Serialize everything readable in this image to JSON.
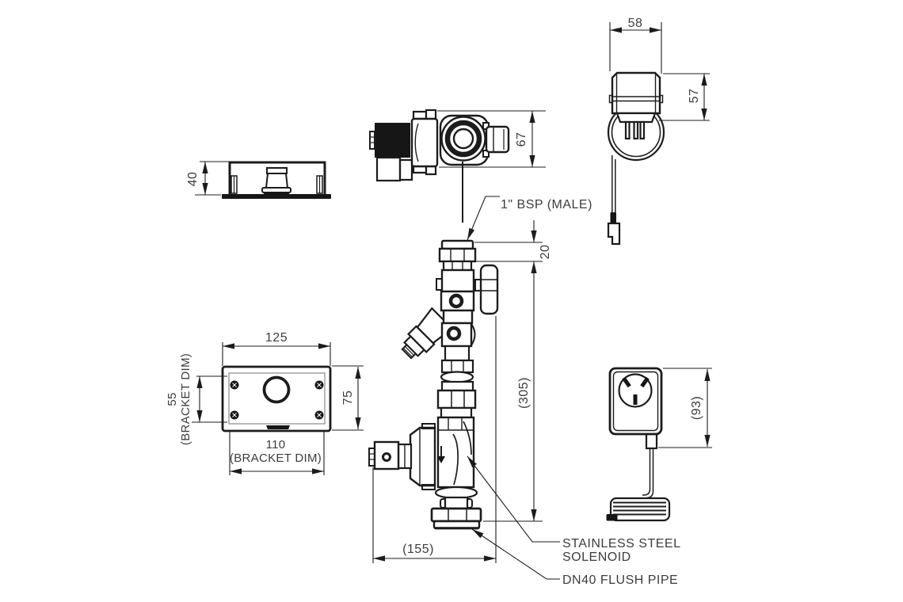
{
  "drawing": {
    "background_color": "#ffffff",
    "line_color": "#1c1c1c",
    "text_color": "#3d3d3d",
    "labels": {
      "bsp_male": "1\" BSP (MALE)",
      "solenoid_line1": "STAINLESS STEEL",
      "solenoid_line2": "SOLENOID",
      "flush_pipe": "DN40 FLUSH PIPE"
    },
    "dimensions": {
      "box_height": "40",
      "plate_width": "125",
      "plate_height": "75",
      "bracket_height": "55",
      "bracket_height_note": "(BRACKET DIM)",
      "bracket_width": "110",
      "bracket_width_note": "(BRACKET DIM)",
      "valve_depth": "67",
      "plug_width": "58",
      "plug_height": "57",
      "inlet_thread_length": "20",
      "assembly_height": "(305)",
      "assembly_width": "(155)",
      "outlet_height": "(93)"
    }
  }
}
